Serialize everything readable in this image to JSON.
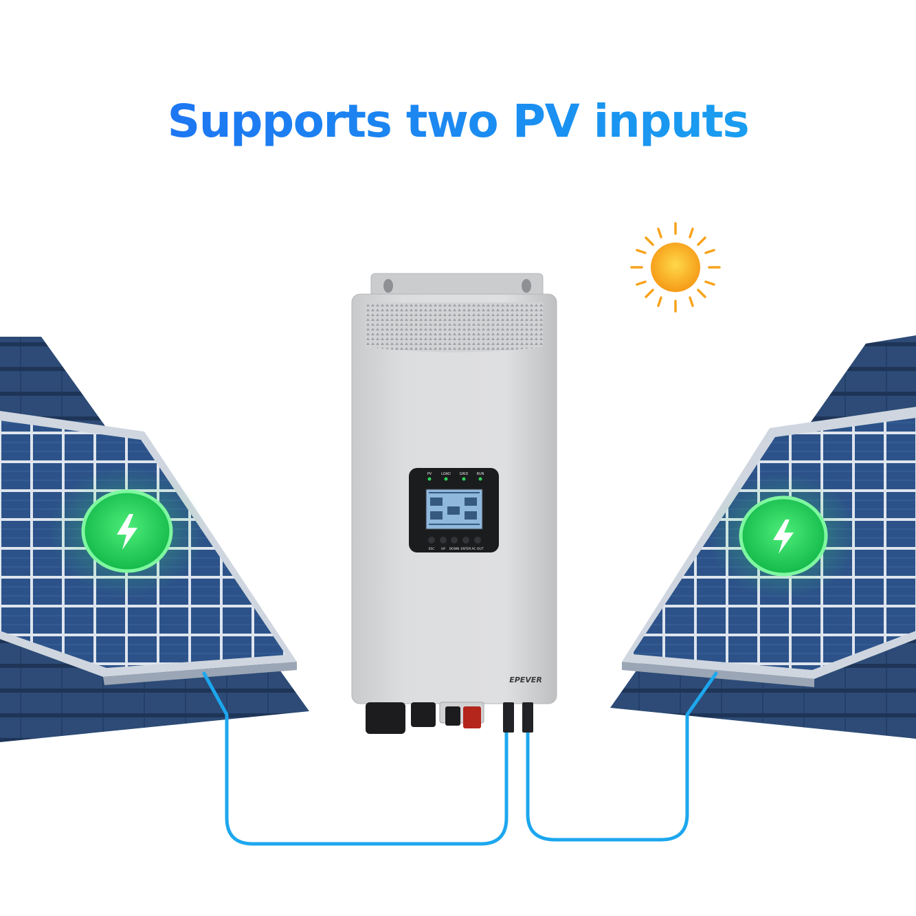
{
  "headline": "Supports two PV inputs",
  "controller": {
    "brand_logo": "EPEVER",
    "indicators": [
      "PV",
      "LOAD",
      "GRID",
      "RUN"
    ],
    "buttons": [
      "ESC",
      "UP",
      "DOWN",
      "ENTER",
      "AC OUT"
    ]
  },
  "icons": {
    "sun": "sun-icon",
    "charge_left": "lightning-bolt-icon",
    "charge_right": "lightning-bolt-icon"
  },
  "colors": {
    "headline_start": "#1f6bf2",
    "headline_end": "#18a9f0",
    "cable": "#1da7ee",
    "charge_glow": "#22d35a",
    "panel_cell": "#2a4f86",
    "roof_tile": "#2e4d78",
    "sun": "#f7a21a"
  }
}
